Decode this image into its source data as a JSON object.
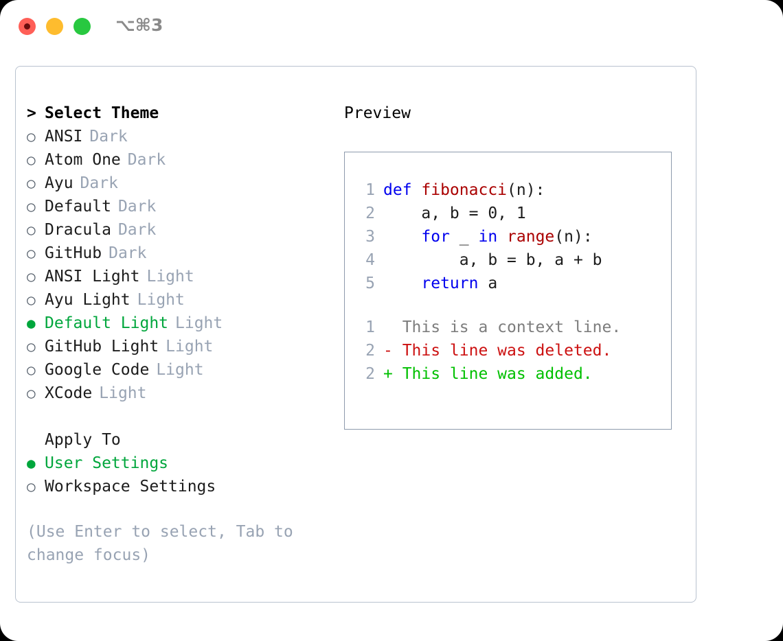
{
  "titlebar": {
    "shortcut": "⌥⌘3",
    "lights": [
      {
        "name": "close",
        "color": "#ff5f57"
      },
      {
        "name": "minimize",
        "color": "#febc2e"
      },
      {
        "name": "zoom",
        "color": "#28c840"
      }
    ]
  },
  "theme_picker": {
    "header_caret": ">",
    "header_label": "Select Theme",
    "bullet_empty": "○",
    "bullet_filled": "●",
    "selected_color": "#00a63c",
    "tag_color": "#98a3b3",
    "items": [
      {
        "label": "ANSI",
        "tag": "Dark",
        "selected": false
      },
      {
        "label": "Atom One",
        "tag": "Dark",
        "selected": false
      },
      {
        "label": "Ayu",
        "tag": "Dark",
        "selected": false
      },
      {
        "label": "Default",
        "tag": "Dark",
        "selected": false
      },
      {
        "label": "Dracula",
        "tag": "Dark",
        "selected": false
      },
      {
        "label": "GitHub",
        "tag": "Dark",
        "selected": false
      },
      {
        "label": "ANSI Light",
        "tag": "Light",
        "selected": false
      },
      {
        "label": "Ayu Light",
        "tag": "Light",
        "selected": false
      },
      {
        "label": "Default Light",
        "tag": "Light",
        "selected": true
      },
      {
        "label": "GitHub Light",
        "tag": "Light",
        "selected": false
      },
      {
        "label": "Google Code",
        "tag": "Light",
        "selected": false
      },
      {
        "label": "XCode",
        "tag": "Light",
        "selected": false
      }
    ]
  },
  "apply_to": {
    "header_label": "Apply To",
    "options": [
      {
        "label": "User Settings",
        "selected": true
      },
      {
        "label": "Workspace Settings",
        "selected": false
      }
    ]
  },
  "hint": "(Use Enter to select, Tab to\nchange focus)",
  "preview": {
    "title": "Preview",
    "code_lines": [
      {
        "no": "1",
        "segments": [
          {
            "text": "def ",
            "type": "kw"
          },
          {
            "text": "fibonacci",
            "type": "fn"
          },
          {
            "text": "(n):",
            "type": "plain"
          }
        ]
      },
      {
        "no": "2",
        "segments": [
          {
            "text": "    a, b = 0, 1",
            "type": "plain"
          }
        ]
      },
      {
        "no": "3",
        "segments": [
          {
            "text": "    ",
            "type": "plain"
          },
          {
            "text": "for",
            "type": "kw"
          },
          {
            "text": " _ ",
            "type": "plain"
          },
          {
            "text": "in ",
            "type": "kw"
          },
          {
            "text": "range",
            "type": "fn"
          },
          {
            "text": "(n):",
            "type": "plain"
          }
        ]
      },
      {
        "no": "4",
        "segments": [
          {
            "text": "        a, b = b, a + b",
            "type": "plain"
          }
        ]
      },
      {
        "no": "5",
        "segments": [
          {
            "text": "    ",
            "type": "plain"
          },
          {
            "text": "return",
            "type": "kw"
          },
          {
            "text": " a",
            "type": "plain"
          }
        ]
      }
    ],
    "diff_lines": [
      {
        "no": "1",
        "text": "  This is a context line.",
        "kind": "context"
      },
      {
        "no": "2",
        "text": "- This line was deleted.",
        "kind": "deleted"
      },
      {
        "no": "2",
        "text": "+ This line was added.",
        "kind": "added"
      }
    ],
    "colors": {
      "keyword": "#0000ee",
      "function": "#aa0000",
      "plain": "#1c1c1c",
      "lineno": "#98a3b3",
      "context": "#7d7d7d",
      "deleted": "#cc1111",
      "added": "#00c000",
      "border": "#8d9aac"
    }
  }
}
